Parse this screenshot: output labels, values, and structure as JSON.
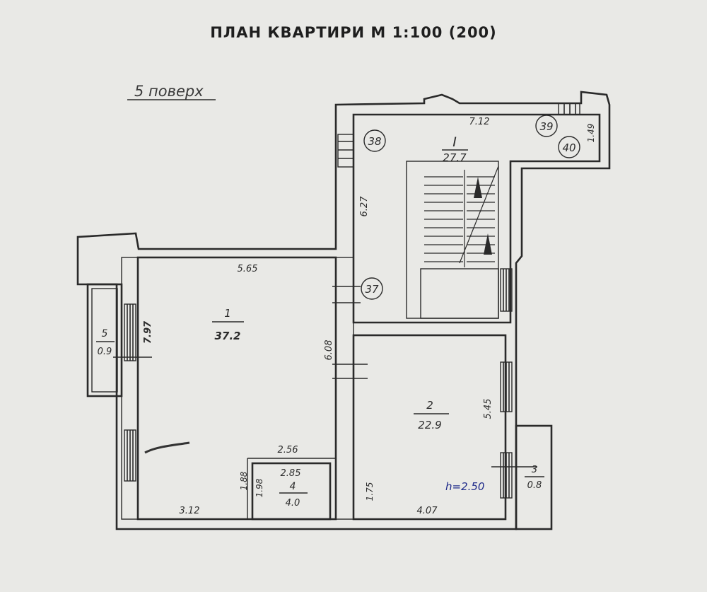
{
  "title": "ПЛАН КВАРТИРИ М 1:100 (200)",
  "floor_label": "5 поверх",
  "rooms": [
    {
      "number": "1",
      "area": "37.2"
    },
    {
      "number": "2",
      "area": "22.9"
    },
    {
      "number": "3",
      "area": "0.8"
    },
    {
      "number": "4",
      "area": "4.0"
    },
    {
      "number": "5",
      "area": "0.9"
    },
    {
      "number": "I",
      "area": "27.7"
    }
  ],
  "dimensions": {
    "d_7_12": "7.12",
    "d_1_49": "1.49",
    "d_6_27": "6.27",
    "d_5_65": "5.65",
    "d_7_97": "7.97",
    "d_6_08": "6.08",
    "d_5_45": "5.45",
    "d_2_56": "2.56",
    "d_2_85": "2.85",
    "d_1_88": "1.88",
    "d_1_98": "1.98",
    "d_3_12": "3.12",
    "d_1_75": "1.75",
    "d_4_07": "4.07"
  },
  "apartment_numbers": [
    "38",
    "39",
    "40",
    "37"
  ],
  "ceiling_height": "h=2.50"
}
